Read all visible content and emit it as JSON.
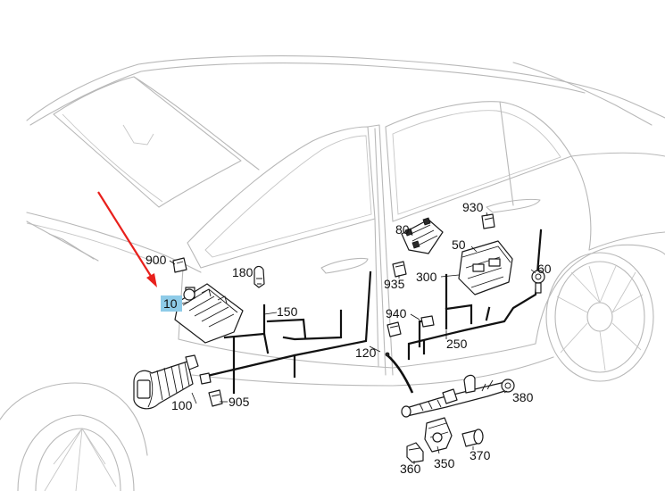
{
  "diagram": {
    "title": "Door control unit and wiring harness, left front door",
    "highlight_color": "#8ecbe8",
    "arrow_color": "#e8201c",
    "highlighted_part": "10",
    "labels": {
      "p10": "10",
      "p50": "50",
      "p60": "60",
      "p80": "80",
      "p100": "100",
      "p120": "120",
      "p150": "150",
      "p180": "180",
      "p250": "250",
      "p300": "300",
      "p350": "350",
      "p360": "360",
      "p370": "370",
      "p380": "380",
      "p900": "900",
      "p905": "905",
      "p930": "930",
      "p935": "935",
      "p940": "940"
    }
  }
}
